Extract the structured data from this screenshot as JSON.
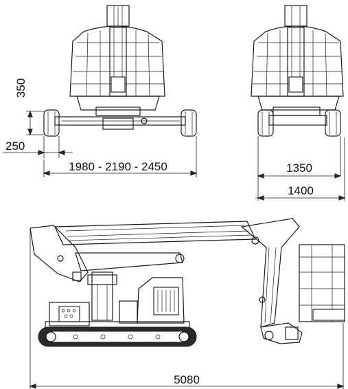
{
  "dimensions": {
    "wheel_height": "350",
    "wheel_width": "250",
    "track_width_front": "1980 - 2190 - 2450",
    "track_width_rear_inner": "1350",
    "track_width_rear_outer": "1400",
    "overall_length": "5080"
  },
  "colors": {
    "line": "#1a1a1a",
    "background": "#ffffff",
    "dark_fill": "#2a2a2a"
  }
}
